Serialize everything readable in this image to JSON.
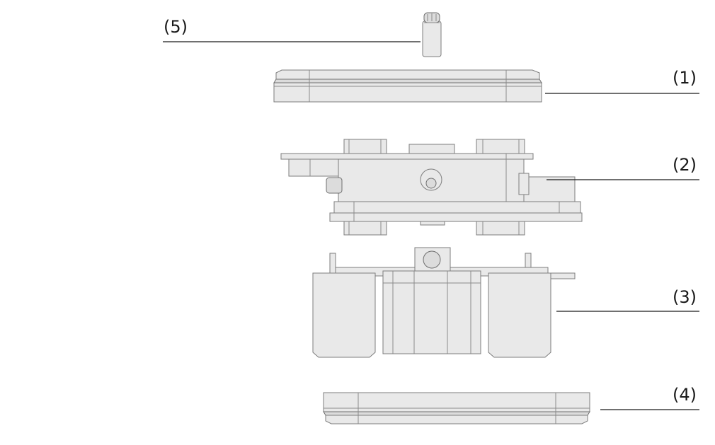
{
  "callouts": {
    "c1": "(1)",
    "c2": "(2)",
    "c3": "(3)",
    "c4": "(4)",
    "c5": "(5)"
  },
  "colors": {
    "part_fill": "#e9e9e9",
    "part_stroke": "#7d7d7d",
    "leader_line": "#1a1a1a"
  }
}
